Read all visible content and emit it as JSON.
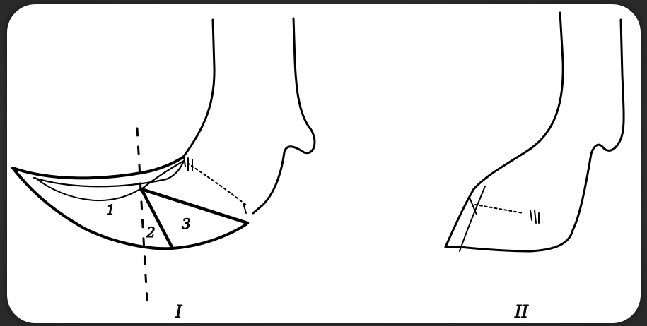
{
  "figure": {
    "panels": [
      {
        "id": "I",
        "label": "I"
      },
      {
        "id": "II",
        "label": "II"
      }
    ],
    "zone_labels": [
      "1",
      "2",
      "3"
    ]
  }
}
